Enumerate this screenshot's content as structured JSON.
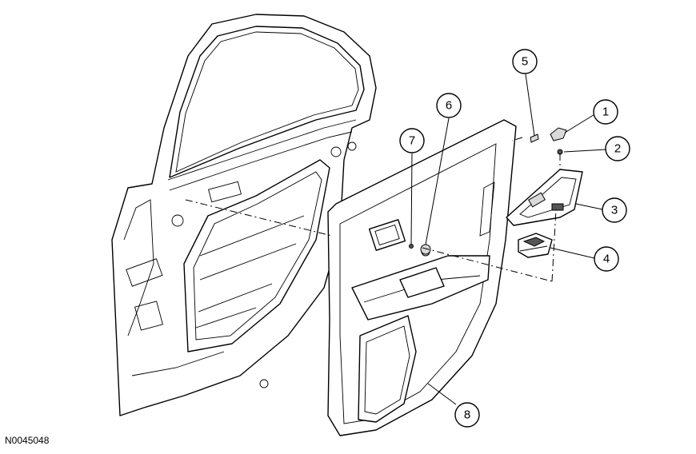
{
  "figure_id": "N0045048",
  "callouts": [
    "1",
    "2",
    "3",
    "4",
    "5",
    "6",
    "7",
    "8"
  ]
}
